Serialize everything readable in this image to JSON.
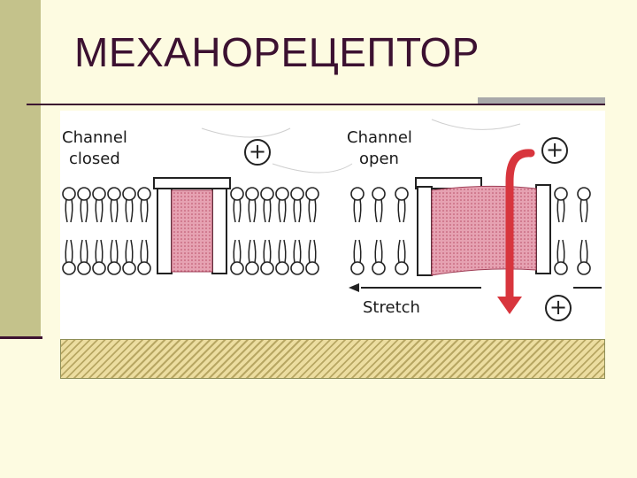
{
  "slide": {
    "title": "МЕХАНОРЕЦЕПТОР"
  },
  "diagram": {
    "left_label_line1": "Channel",
    "left_label_line2": "closed",
    "right_label_line1": "Channel",
    "right_label_line2": "open",
    "stretch_label": "Stretch",
    "ion_symbol": "+"
  },
  "colors": {
    "title": "#3c1131",
    "sidebar": "#c4c28b",
    "channel": "#d98a9c",
    "arrow": "#d8353d"
  }
}
